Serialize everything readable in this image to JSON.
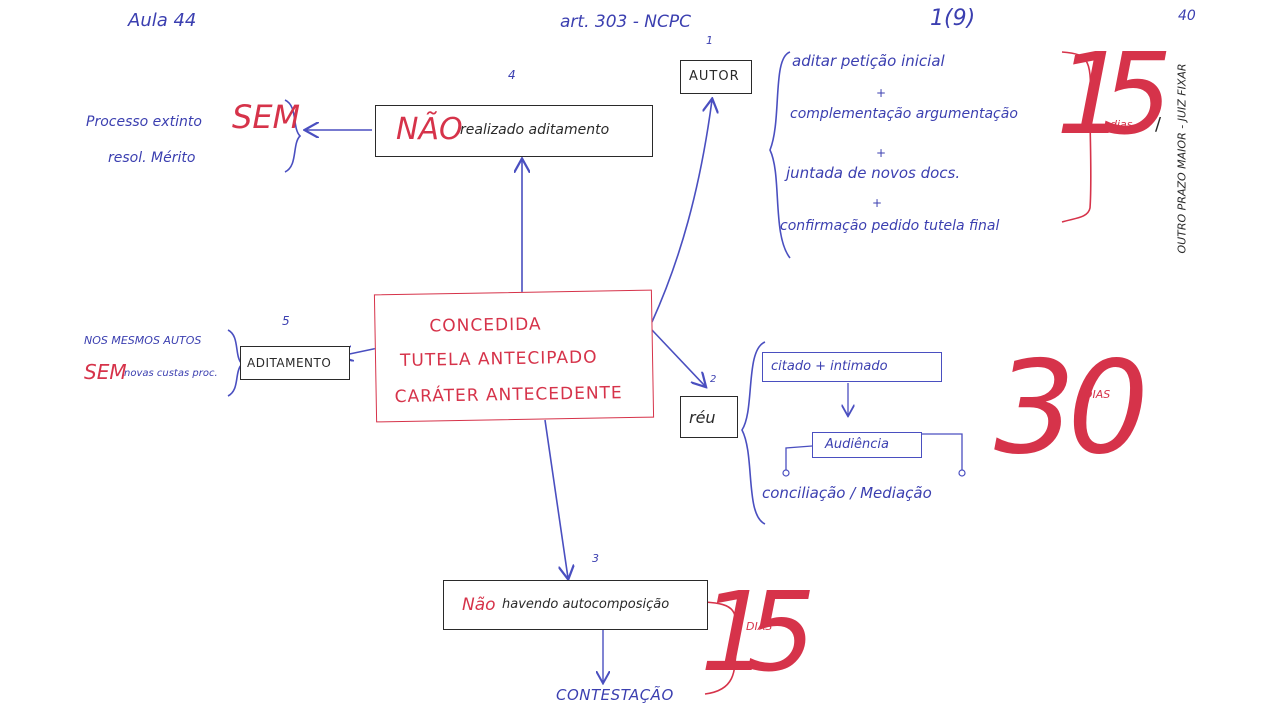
{
  "header": {
    "aula": "Aula 44",
    "artigo": "art. 303 - NCPC",
    "page_number": "1(9)",
    "corner_number": "40",
    "vertical_note": "OUTRO PRAZO MAIOR - JUIZ FIXAR"
  },
  "center": {
    "line1": "CONCEDIDA",
    "line2": "TUTELA ANTECIPADO",
    "line3": "CARÁTER ANTECEDENTE"
  },
  "top_box": {
    "number": "4",
    "prefix": "NÃO",
    "text": "realizado aditamento"
  },
  "top_left_note": {
    "line1": "Processo extinto",
    "line2": "resol. Mérito",
    "sem": "SEM"
  },
  "autor": {
    "number": "1",
    "label": "AUTOR",
    "items": [
      "aditar petição inicial",
      "+",
      "complementação argumentação",
      "+",
      "juntada de novos docs.",
      "+",
      "confirmação pedido tutela final"
    ],
    "prazo_num": "15",
    "prazo_unit": "dias"
  },
  "aditamento": {
    "number": "5",
    "label": "ADITAMENTO",
    "note1": "NOS MESMOS AUTOS",
    "sem": "SEM",
    "note2": "novas custas proc."
  },
  "reu": {
    "number": "2",
    "label": "réu",
    "citado": "citado + intimado",
    "audiencia": "Audiência",
    "conciliacao": "conciliação / Mediação",
    "prazo_num": "30",
    "prazo_unit": "DIAS"
  },
  "bottom_box": {
    "number": "3",
    "prefix": "Não",
    "text": "havendo autocomposição",
    "prazo_num": "15",
    "prazo_unit": "DIAS",
    "contestacao": "CONTESTAÇÃO"
  }
}
